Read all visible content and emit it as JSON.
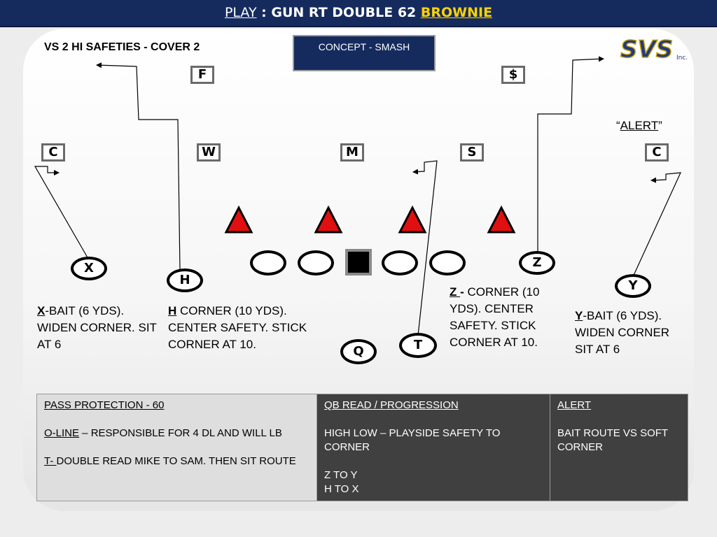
{
  "title": {
    "play_label": "PLAY",
    "separator": " :  ",
    "name": "GUN RT DOUBLE 62 ",
    "tag": "BROWNIE"
  },
  "coverage": "VS  2 HI SAFETIES - COVER 2",
  "concept": "CONCEPT - SMASH",
  "logo": {
    "text": "SVS",
    "suffix": "Inc."
  },
  "defense": {
    "free_safety": "F",
    "strong_safety": "$",
    "corner_left": "C",
    "will": "W",
    "mike": "M",
    "sam": "S",
    "corner_right": "C"
  },
  "alert_label": {
    "open": "“",
    "word": "ALERT",
    "close": "”"
  },
  "offense": {
    "x": "X",
    "h": "H",
    "z": "Z",
    "y": "Y",
    "q": "Q",
    "t": "T"
  },
  "notes": {
    "x": {
      "letter": "X",
      "text": "-BAIT (6 YDS). WIDEN CORNER. SIT AT 6"
    },
    "h": {
      "letter": "H",
      "text": " CORNER (10 YDS). CENTER SAFETY. STICK CORNER AT 10."
    },
    "z": {
      "letter": "Z ",
      "dash": "- ",
      "text": "CORNER (10 YDS). CENTER SAFETY. STICK CORNER AT 10."
    },
    "y": {
      "letter": "Y",
      "text": "-BAIT (6 YDS). WIDEN CORNER SIT AT 6"
    }
  },
  "table": {
    "protection": {
      "header": "PASS PROTECTION - 60",
      "oline_label": "O-LINE",
      "oline_text": " – RESPONSIBLE FOR 4 DL AND WILL LB",
      "t_label": "T- ",
      "t_text": "DOUBLE READ MIKE TO SAM. THEN SIT ROUTE"
    },
    "qb_read": {
      "header": "QB READ / PROGRESSION",
      "line1": "HIGH LOW – PLAYSIDE SAFETY TO CORNER",
      "line2": "Z TO Y",
      "line3": "H TO X"
    },
    "alert": {
      "header": "ALERT",
      "line1": "BAIT ROUTE VS SOFT CORNER"
    }
  },
  "colors": {
    "navy": "#152b5e",
    "yellow": "#ffd200",
    "dl_red": "#e01010",
    "dark_cell": "#404040",
    "light_cell": "#dedede"
  }
}
